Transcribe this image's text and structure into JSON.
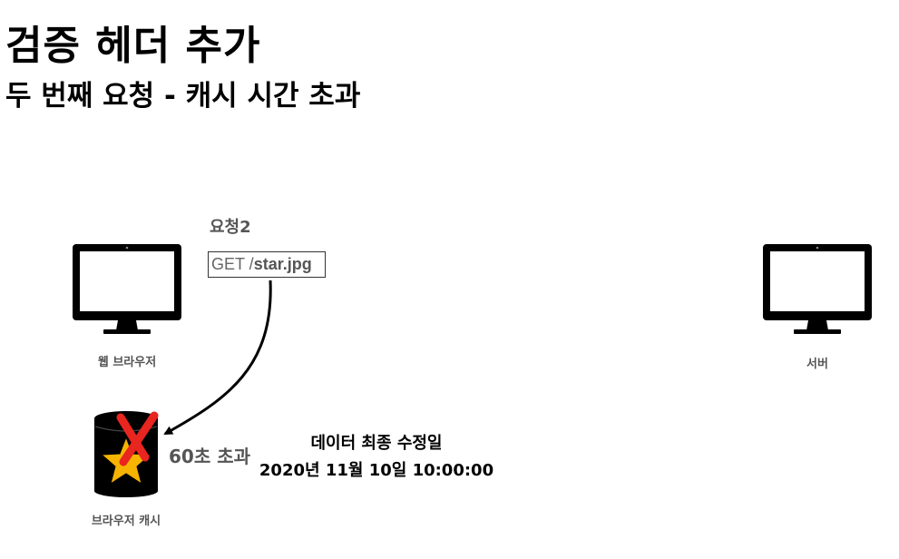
{
  "slide": {
    "title": "검증 헤더 추가",
    "subtitle": "두 번째 요청 - 캐시 시간 초과"
  },
  "request": {
    "label": "요청2",
    "method": "GET /",
    "path": "star.jpg"
  },
  "client": {
    "label": "웹 브라우저"
  },
  "server": {
    "label": "서버"
  },
  "cache": {
    "label": "브라우저 캐시",
    "status": "60초 초과"
  },
  "last_modified": {
    "label": "데이터 최종 수정일",
    "value": "2020년 11월 10일 10:00:00"
  },
  "icons": {
    "client": "monitor-icon",
    "server": "monitor-icon",
    "cache": "database-icon",
    "cached_item": "star-icon",
    "invalid_mark": "x-mark-icon"
  },
  "colors": {
    "star": "#F6B400",
    "x_mark": "#E8251F",
    "monitor": "#000000"
  }
}
